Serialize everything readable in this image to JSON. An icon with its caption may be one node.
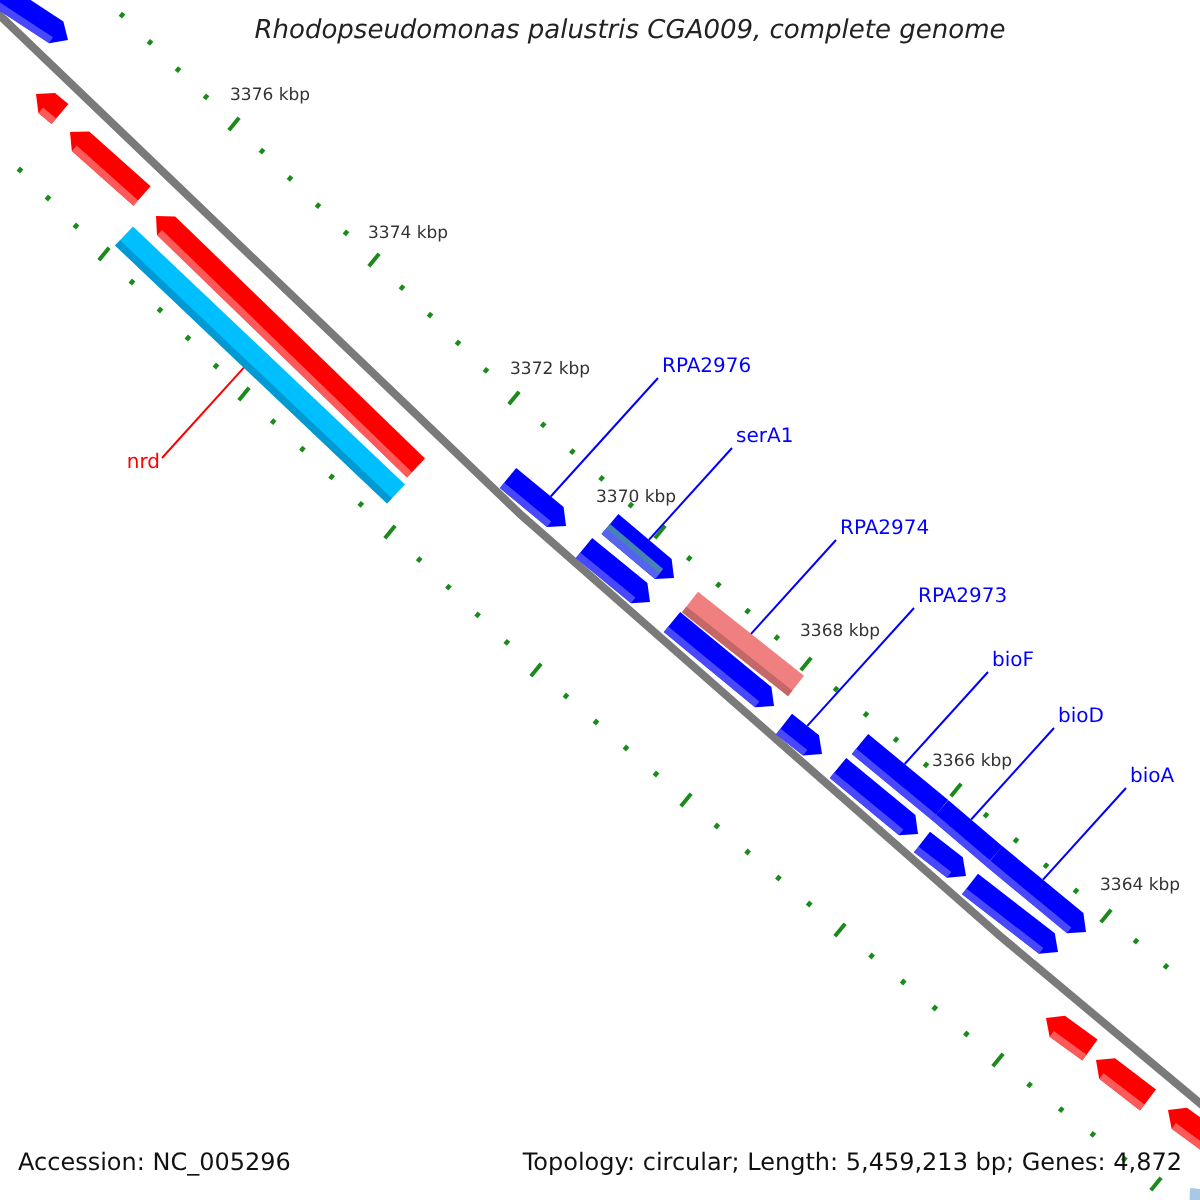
{
  "diagram": {
    "title": "Rhodopseudomonas palustris CGA009, complete genome",
    "nodes": [
      {
        "text": [
          "RPA2976"
        ]
      },
      {
        "text": [
          "nrd"
        ]
      },
      {
        "text": [
          "serA1"
        ]
      },
      {
        "text": [
          "RPA2974"
        ]
      },
      {
        "text": [
          "RPA2973"
        ]
      },
      {
        "text": [
          "bioF"
        ]
      },
      {
        "text": [
          "bioD"
        ]
      },
      {
        "text": [
          "bioA"
        ]
      },
      {
        "text": [],
        "shape": "pentagon"
      },
      {
        "text": [],
        "shape": "bar"
      },
      {
        "text": [],
        "shape": "pentagon"
      },
      {
        "text": [],
        "shape": "bar"
      },
      {
        "text": [],
        "shape": "pentagon"
      },
      {
        "text": [],
        "shape": "bar"
      },
      {
        "text": [],
        "shape": "bar"
      },
      {
        "text": [],
        "shape": "pentagon"
      },
      {
        "text": [],
        "shape": "pentagon"
      },
      {
        "text": [],
        "shape": "pentagon"
      },
      {
        "text": [],
        "shape": "pentagon"
      },
      {
        "text": [],
        "shape": "pentagon"
      },
      {
        "text": [],
        "shape": "pentagon"
      },
      {
        "text": [],
        "shape": "pentagon"
      },
      {
        "text": [],
        "shape": "pentagon"
      },
      {
        "text": [],
        "shape": "pentagon"
      },
      {
        "text": [],
        "shape": "pentagon"
      },
      {
        "text": [],
        "shape": "pentagon"
      },
      {
        "text": [],
        "shape": "pentagon"
      },
      {
        "text": [],
        "shape": "pentagon"
      },
      {
        "text": [],
        "shape": "pentagon"
      }
    ],
    "edges": [
      {
        "from": 0,
        "to": 8,
        "arrow": "none"
      },
      {
        "from": 1,
        "to": 9,
        "arrow": "none",
        "color": "#ff0000"
      },
      {
        "from": 2,
        "to": 10,
        "arrow": "none"
      },
      {
        "from": 3,
        "to": 11,
        "arrow": "none"
      },
      {
        "from": 4,
        "to": 12,
        "arrow": "none"
      },
      {
        "from": 5,
        "to": 13,
        "arrow": "none"
      },
      {
        "from": 6,
        "to": 14,
        "arrow": "none"
      },
      {
        "from": 7,
        "to": 15,
        "arrow": "none"
      }
    ],
    "labels": [
      "3376 kbp",
      "3374 kbp",
      "3372 kbp",
      "3370 kbp",
      "3368 kbp",
      "3366 kbp",
      "3364 kbp",
      "Accession: NC_005296",
      "Topology: circular; Length: 5,459,213 bp; Genes: 4,872"
    ]
  }
}
